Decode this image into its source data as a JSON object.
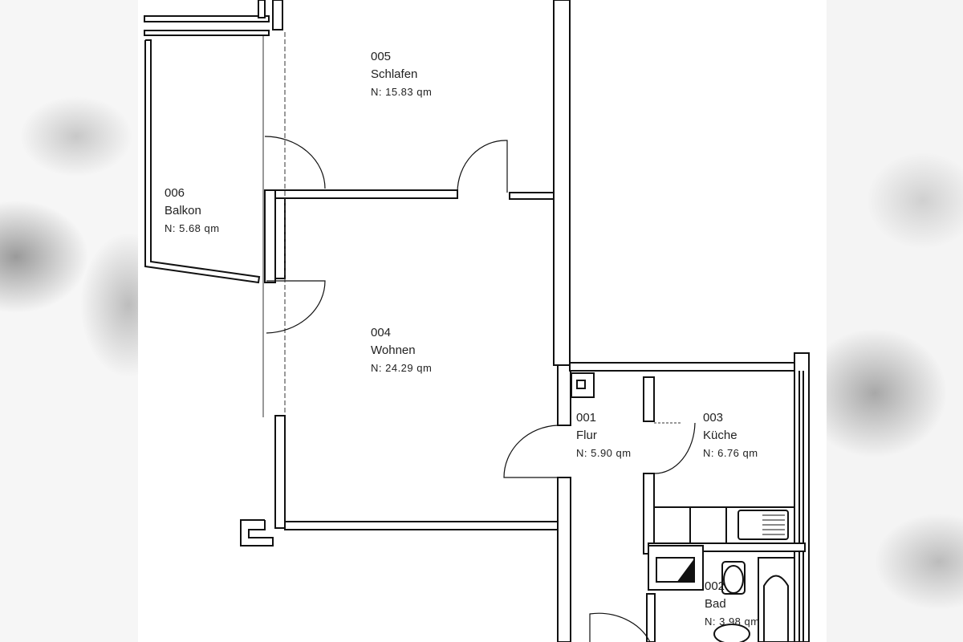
{
  "rooms": [
    {
      "number": "005",
      "name": "Schlafen",
      "area": "N:  15.83  qm"
    },
    {
      "number": "006",
      "name": "Balkon",
      "area": "N:  5.68  qm"
    },
    {
      "number": "004",
      "name": "Wohnen",
      "area": "N:  24.29  qm"
    },
    {
      "number": "001",
      "name": "Flur",
      "area": "N:  5.90  qm"
    },
    {
      "number": "003",
      "name": "Küche",
      "area": "N:  6.76  qm"
    },
    {
      "number": "002",
      "name": "Bad",
      "area": "N:  3.98  qm"
    }
  ],
  "colors": {
    "line": "#111111",
    "paper": "#ffffff"
  }
}
